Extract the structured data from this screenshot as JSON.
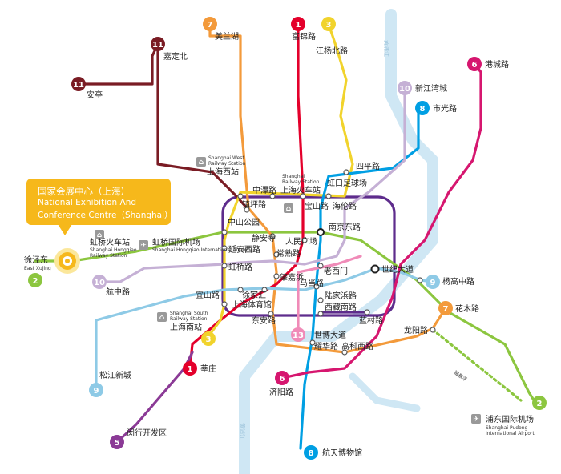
{
  "line_colors": {
    "1": "#e4002b",
    "2": "#8cc63f",
    "3": "#f1d32c",
    "4": "#5e2c8c",
    "5": "#8b3a96",
    "6": "#d6166f",
    "7": "#f39a3b",
    "8": "#009fe3",
    "9": "#8ecae6",
    "10": "#c5b0d5",
    "11": "#7a1c24",
    "13": "#f08bb8"
  },
  "callout": {
    "title_cn": "国家会展中心（上海）",
    "title_en_1": "National Exhibition And",
    "title_en_2": "Conference Centre（Shanghai）",
    "color": "#f6b81b"
  },
  "rivers": {
    "huangpu_label": "黄浦江"
  },
  "stations": {
    "xujingdong": "徐泾东",
    "xujingdong_en": "East Xujing",
    "hongqiao_rail": "虹桥火车站",
    "hongqiao_rail_en_1": "Shanghai Hongqiao",
    "hongqiao_rail_en_2": "Railway Station",
    "hongqiao_airport": "虹桥国际机场",
    "hongqiao_airport_en": "Shanghai Hongqiao International Airport",
    "anting": "安亭",
    "jiadingbei": "嘉定北",
    "meilanhu": "美兰湖",
    "fujinlu": "富锦路",
    "jiangyangbeilu": "江杨北路",
    "xinjiangwancheng": "新江湾城",
    "shiguanglu": "市光路",
    "gangchenglu": "港城路",
    "sh_west_en_1": "Shanghai West",
    "sh_west_en_2": "Railway Station",
    "sh_west": "上海西站",
    "sh_rail_en_1": "Shanghai",
    "sh_rail_en_2": "Railway Station",
    "zhongtanlu": "中潭路",
    "shanghai_huochezhan": "上海火车站",
    "hongkouzuqiuchang": "虹口足球场",
    "sipinglu": "四平路",
    "zhenpinglu": "镇坪路",
    "baoshanlu": "宝山路",
    "hailunlu": "海伦路",
    "zhongshangongyuan": "中山公园",
    "jinganshi": "静安寺",
    "renminguangchang": "人民广场",
    "nanjingdonglu": "南京东路",
    "yananxilu": "延安西路",
    "changshulu": "常熟路",
    "hongqiaolu": "虹桥路",
    "laoximen": "老西门",
    "shijidadao": "世纪大道",
    "yanggaozhonglu": "杨高中路",
    "hangzhonglu": "航中路",
    "zhaojiabang": "肇嘉浜",
    "madanglu": "马当路",
    "yishanlu": "宜山路",
    "xujiahui": "徐家汇",
    "sh_stadium": "上海体育馆",
    "lujiabanglu": "陆家浜路",
    "xizangnanlu": "西藏南路",
    "dongananlu": "东安路",
    "lancunlu": "蓝村路",
    "huamulu": "花木路",
    "longyanglu": "龙阳路",
    "sh_south_en_1": "Shanghai South",
    "sh_south_en_2": "Railway Station",
    "sh_south": "上海南站",
    "songjiangxincheng": "松江新城",
    "xinzhuang": "莘庄",
    "shibodadao": "世博大道",
    "huahualu": "耀华路",
    "gaokexilu": "高科西路",
    "jiyanglu": "济阳路",
    "minhangkaifaqu": "闵行开发区",
    "hangtianbowuguan": "航天博物馆",
    "pudong_airport": "浦东国际机场",
    "pudong_airport_en_1": "Shanghai Pudong",
    "pudong_airport_en_2": "International Airport",
    "maglev": "磁悬浮"
  }
}
